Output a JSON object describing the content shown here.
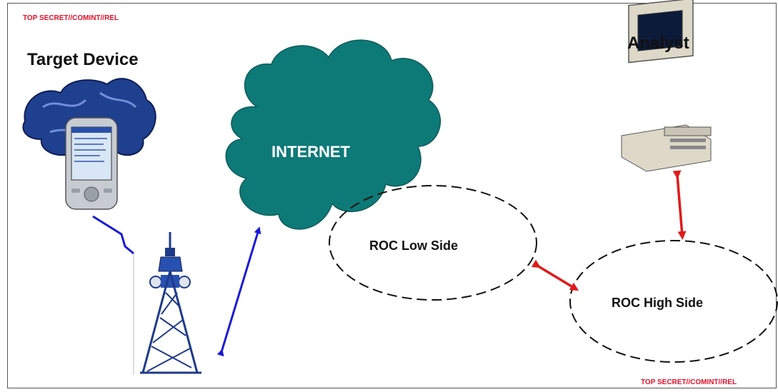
{
  "classification": {
    "top": "TOP SECRET//COMINT//REL",
    "bottom": "TOP SECRET//COMINT//REL"
  },
  "nodes": {
    "target_device": "Target Device",
    "analyst": "Analyst",
    "internet": "INTERNET",
    "roc_low": "ROC Low Side",
    "roc_high": "ROC High Side"
  },
  "icons": {
    "target": "handheld-pda-icon",
    "tower": "cell-tower-icon",
    "analyst": "desktop-computer-icon",
    "cloud": "cloud-icon"
  },
  "colors": {
    "classification": "#e0102a",
    "cloud": "#0e7a78",
    "blue_link": "#1a1ad6",
    "red_link": "#e01a1a"
  }
}
